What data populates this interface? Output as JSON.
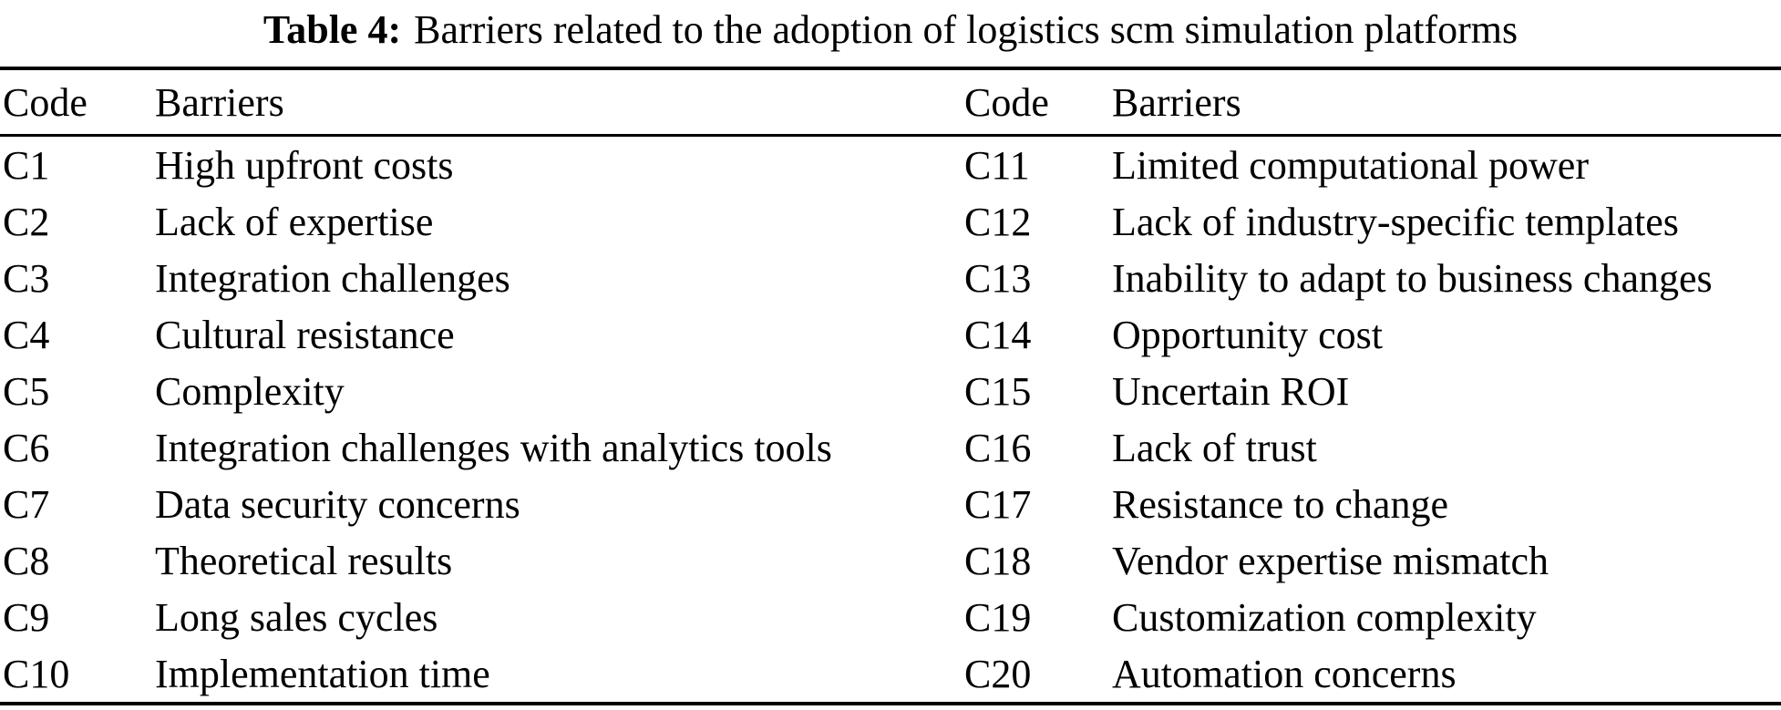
{
  "caption": {
    "label": "Table 4:",
    "text": "Barriers related to the adoption of logistics scm simulation platforms"
  },
  "table": {
    "headers": [
      "Code",
      "Barriers",
      "Code",
      "Barriers"
    ],
    "rows": [
      {
        "left_code": "C1",
        "left_barrier": "High upfront costs",
        "right_code": "C11",
        "right_barrier": "Limited computational power"
      },
      {
        "left_code": "C2",
        "left_barrier": "Lack of expertise",
        "right_code": "C12",
        "right_barrier": "Lack of industry-specific templates"
      },
      {
        "left_code": "C3",
        "left_barrier": "Integration challenges",
        "right_code": "C13",
        "right_barrier": "Inability to adapt to business changes"
      },
      {
        "left_code": "C4",
        "left_barrier": "Cultural resistance",
        "right_code": "C14",
        "right_barrier": "Opportunity cost"
      },
      {
        "left_code": "C5",
        "left_barrier": "Complexity",
        "right_code": "C15",
        "right_barrier": "Uncertain ROI"
      },
      {
        "left_code": "C6",
        "left_barrier": "Integration challenges with analytics tools",
        "right_code": "C16",
        "right_barrier": "Lack of trust"
      },
      {
        "left_code": "C7",
        "left_barrier": "Data security concerns",
        "right_code": "C17",
        "right_barrier": "Resistance to change"
      },
      {
        "left_code": "C8",
        "left_barrier": "Theoretical results",
        "right_code": "C18",
        "right_barrier": "Vendor expertise mismatch"
      },
      {
        "left_code": "C9",
        "left_barrier": "Long sales cycles",
        "right_code": "C19",
        "right_barrier": "Customization complexity"
      },
      {
        "left_code": "C10",
        "left_barrier": "Implementation time",
        "right_code": "C20",
        "right_barrier": "Automation concerns"
      }
    ]
  },
  "colors": {
    "text": "#000000",
    "background": "#ffffff",
    "rule": "#000000"
  }
}
